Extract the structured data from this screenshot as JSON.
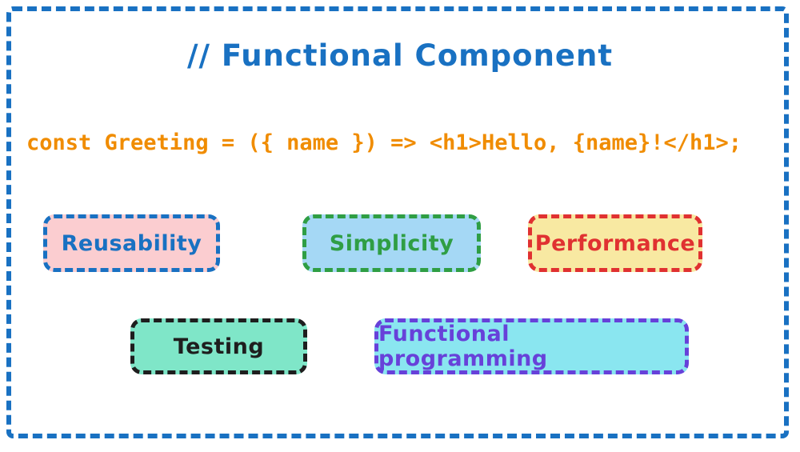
{
  "title": "// Functional Component",
  "code": "const Greeting = ({ name }) => <h1>Hello, {name}!</h1>;",
  "colors": {
    "frame": "#1971c2",
    "title_text": "#1971c2",
    "code_text": "#f08c00",
    "background": "#ffffff"
  },
  "tags": [
    {
      "label": "Reusability",
      "bg": "#fbcdd0",
      "accent": "#1971c2"
    },
    {
      "label": "Simplicity",
      "bg": "#a5d8f5",
      "accent": "#2f9e44"
    },
    {
      "label": "Performance",
      "bg": "#f8e9a2",
      "accent": "#e03131"
    },
    {
      "label": "Testing",
      "bg": "#7fe6c8",
      "accent": "#1e1e1e"
    },
    {
      "label": "Functional programming",
      "bg": "#8ae6f0",
      "accent": "#6741d9"
    }
  ]
}
